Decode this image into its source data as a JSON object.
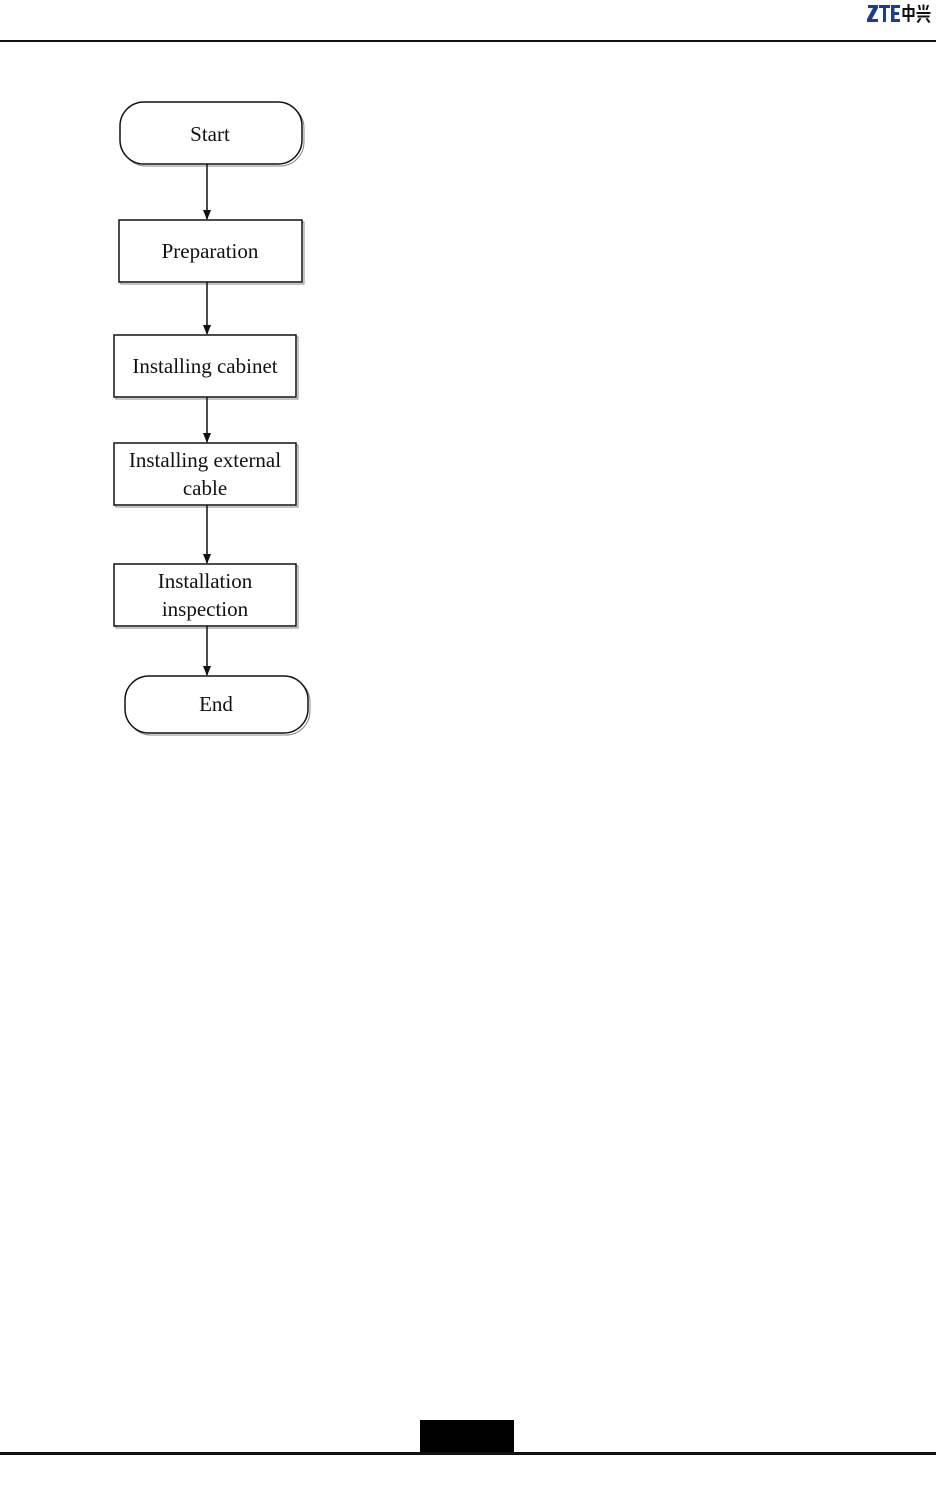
{
  "header": {
    "logo_text": "ZTE中兴"
  },
  "flowchart": {
    "start": "Start",
    "steps": [
      "Preparation",
      "Installing cabinet",
      [
        "Installing external",
        "cable"
      ],
      [
        "Installation",
        "inspection"
      ]
    ],
    "end": "End"
  },
  "colors": {
    "logo_blue": "#1a3d8f",
    "line": "#111111"
  }
}
